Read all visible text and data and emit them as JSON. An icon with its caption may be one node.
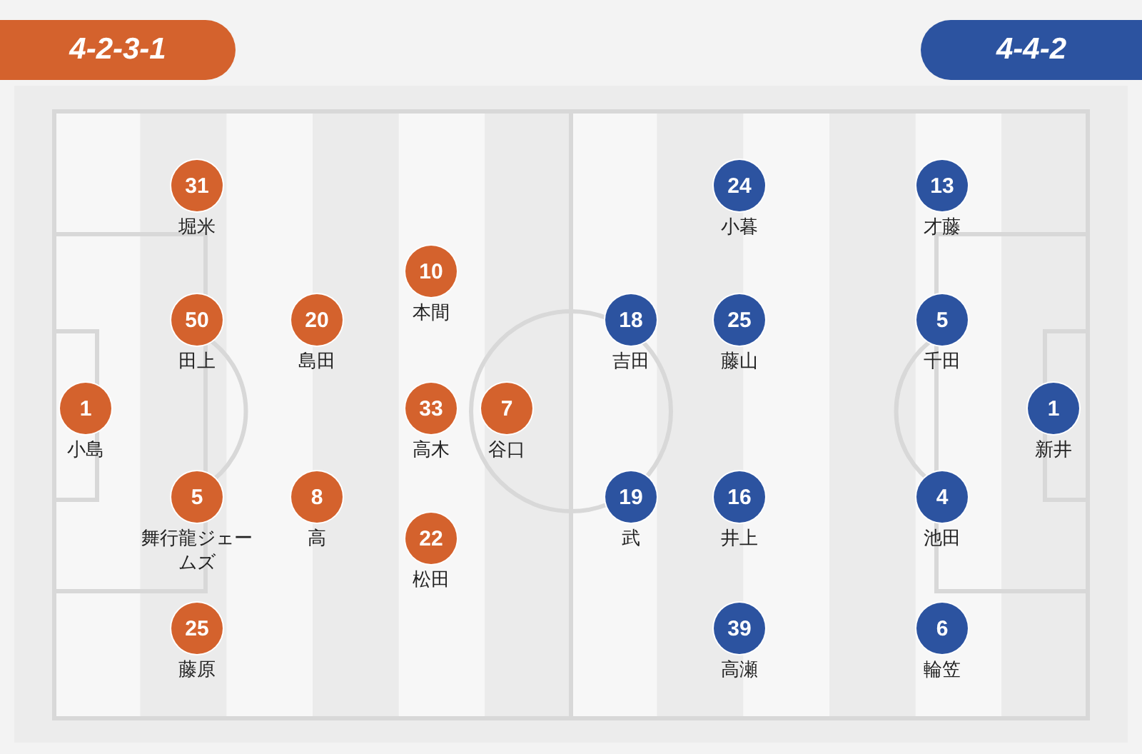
{
  "diagram": {
    "nodes": [
      {
        "text": [
          "4-2-3-1"
        ]
      },
      {
        "text": [
          "4-4-2"
        ]
      },
      {
        "text": [
          "31",
          "堀米"
        ]
      },
      {
        "text": [
          "10",
          "本間"
        ]
      },
      {
        "text": [
          "50",
          "田上"
        ]
      },
      {
        "text": [
          "20",
          "島田"
        ]
      },
      {
        "text": [
          "1",
          "小島"
        ]
      },
      {
        "text": [
          "33",
          "高木"
        ]
      },
      {
        "text": [
          "7",
          "谷口"
        ]
      },
      {
        "text": [
          "5",
          "舞行龍ジェームズ"
        ]
      },
      {
        "text": [
          "8",
          "高"
        ]
      },
      {
        "text": [
          "22",
          "松田"
        ]
      },
      {
        "text": [
          "25",
          "藤原"
        ]
      },
      {
        "text": [
          "24",
          "小暮"
        ]
      },
      {
        "text": [
          "13",
          "才藤"
        ]
      },
      {
        "text": [
          "18",
          "吉田"
        ]
      },
      {
        "text": [
          "25",
          "藤山"
        ]
      },
      {
        "text": [
          "5",
          "千田"
        ]
      },
      {
        "text": [
          "1",
          "新井"
        ]
      },
      {
        "text": [
          "19",
          "武"
        ]
      },
      {
        "text": [
          "16",
          "井上"
        ]
      },
      {
        "text": [
          "4",
          "池田"
        ]
      },
      {
        "text": [
          "39",
          "高瀬"
        ]
      },
      {
        "text": [
          "6",
          "輪笠"
        ]
      }
    ]
  }
}
